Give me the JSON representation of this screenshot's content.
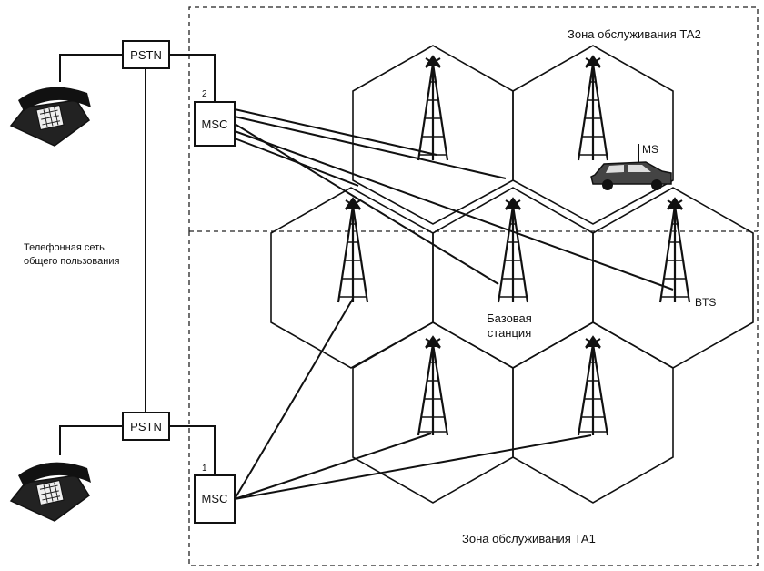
{
  "labels": {
    "zone_ta2": "Зона обслуживания ТА2",
    "zone_ta1": "Зона обслуживания ТА1",
    "pstn": "PSTN",
    "msc": "MSC",
    "msc_num_2": "2",
    "msc_num_1": "1",
    "network_line1": "Телефонная сеть",
    "network_line2": "общего пользования",
    "ms": "MS",
    "bts": "BTS",
    "base_station_line1": "Базовая",
    "base_station_line2": "станция"
  },
  "icons": {
    "phone": "telephone-icon",
    "tower": "antenna-tower-icon",
    "car": "car-icon"
  },
  "colors": {
    "ink": "#111111",
    "background": "#ffffff"
  }
}
